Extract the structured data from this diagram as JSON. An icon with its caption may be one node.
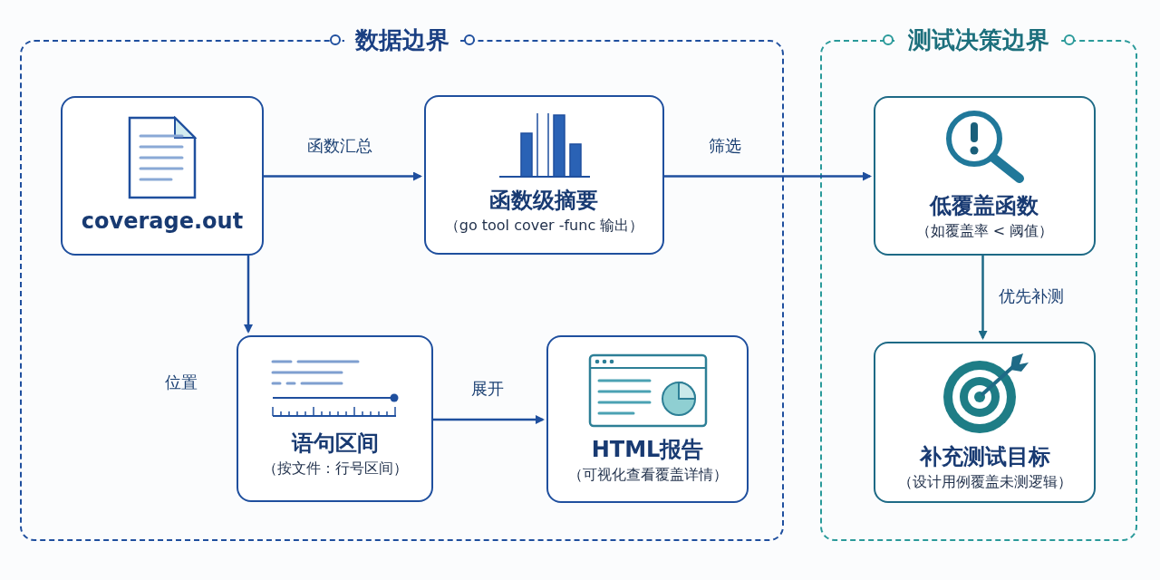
{
  "diagram": {
    "nodes": [
      {
        "text": [
          "数据边界"
        ]
      },
      {
        "text": [
          "coverage.out"
        ],
        "in": 0
      },
      {
        "text": [
          "函数级摘要",
          "（go tool cover -func 输出）"
        ],
        "in": 0
      },
      {
        "text": [
          "语句区间",
          "（按文件：行号区间）"
        ],
        "in": 0
      },
      {
        "text": [
          "HTML报告",
          "（可视化查看覆盖详情）"
        ],
        "in": 0
      },
      {
        "text": [
          "测试决策边界"
        ]
      },
      {
        "text": [
          "低覆盖函数",
          "（如覆盖率 < 阈值）"
        ],
        "in": 5
      },
      {
        "text": [
          "补充测试目标",
          "（设计用例覆盖未测逻辑）"
        ],
        "in": 5
      }
    ],
    "edges": [
      {
        "from": 1,
        "to": 2,
        "arrow": "to",
        "label": "函数汇总"
      },
      {
        "from": 2,
        "to": 6,
        "arrow": "to",
        "label": "筛选"
      },
      {
        "from": 1,
        "to": 3,
        "arrow": "to",
        "label": "位置"
      },
      {
        "from": 3,
        "to": 4,
        "arrow": "to",
        "label": "展开"
      },
      {
        "from": 6,
        "to": 7,
        "arrow": "to",
        "label": "优先补测",
        "color": "#1e6a86"
      }
    ]
  }
}
